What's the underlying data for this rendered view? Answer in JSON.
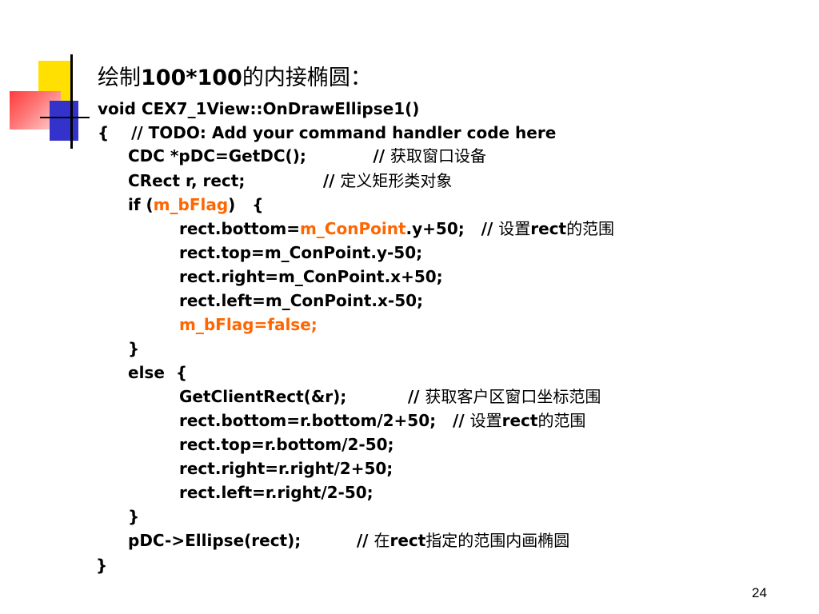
{
  "title": {
    "prefix": "绘制",
    "bold": "100*100",
    "suffix": "的内接椭圆："
  },
  "lines": [
    {
      "id": "l1",
      "parts": [
        {
          "t": "void CEX7_1View::OnDrawEllipse1()"
        }
      ]
    },
    {
      "id": "l2",
      "parts": [
        {
          "t": "{    // TODO: Add your command handler code here"
        }
      ]
    },
    {
      "id": "l3",
      "parts": [
        {
          "t": "CDC *pDC=GetDC();            // "
        },
        {
          "t": "获取窗口设备",
          "c": "cm"
        }
      ]
    },
    {
      "id": "l4",
      "parts": [
        {
          "t": "CRect r, rect;              // "
        },
        {
          "t": "定义矩形类对象",
          "c": "cm"
        }
      ]
    },
    {
      "id": "l5",
      "parts": [
        {
          "t": "if ("
        },
        {
          "t": "m_bFlag",
          "c": "hl"
        },
        {
          "t": ")   {"
        }
      ]
    },
    {
      "id": "l6",
      "parts": [
        {
          "t": "rect.bottom="
        },
        {
          "t": "m_ConPoint",
          "c": "hl"
        },
        {
          "t": ".y+50;   // "
        },
        {
          "t": "设置",
          "c": "cm"
        },
        {
          "t": "rect"
        },
        {
          "t": "的范围",
          "c": "cm"
        }
      ]
    },
    {
      "id": "l7",
      "parts": [
        {
          "t": "rect.top=m_ConPoint.y-50;"
        }
      ]
    },
    {
      "id": "l8",
      "parts": [
        {
          "t": "rect.right=m_ConPoint.x+50;"
        }
      ]
    },
    {
      "id": "l9",
      "parts": [
        {
          "t": "rect.left=m_ConPoint.x-50;"
        }
      ]
    },
    {
      "id": "l10",
      "parts": [
        {
          "t": "m_bFlag=false;",
          "c": "hl"
        }
      ]
    },
    {
      "id": "l11",
      "parts": [
        {
          "t": "}"
        }
      ]
    },
    {
      "id": "l12",
      "parts": [
        {
          "t": "else  {"
        }
      ]
    },
    {
      "id": "l13",
      "parts": [
        {
          "t": "GetClientRect(&r);           // "
        },
        {
          "t": "获取客户区窗口坐标范围",
          "c": "cm"
        }
      ]
    },
    {
      "id": "l14",
      "parts": [
        {
          "t": "rect.bottom=r.bottom/2+50;   // "
        },
        {
          "t": "设置",
          "c": "cm"
        },
        {
          "t": "rect"
        },
        {
          "t": "的范围",
          "c": "cm"
        }
      ]
    },
    {
      "id": "l15",
      "parts": [
        {
          "t": "rect.top=r.bottom/2-50;"
        }
      ]
    },
    {
      "id": "l16",
      "parts": [
        {
          "t": "rect.right=r.right/2+50;"
        }
      ]
    },
    {
      "id": "l17",
      "parts": [
        {
          "t": "rect.left=r.right/2-50;"
        }
      ]
    },
    {
      "id": "l18",
      "parts": [
        {
          "t": "}"
        }
      ]
    },
    {
      "id": "l19",
      "parts": [
        {
          "t": "pDC->Ellipse(rect);          // "
        },
        {
          "t": "在",
          "c": "cm"
        },
        {
          "t": "rect"
        },
        {
          "t": "指定的范围内画椭圆",
          "c": "cm"
        }
      ]
    },
    {
      "id": "l20",
      "parts": [
        {
          "t": "}"
        }
      ]
    }
  ],
  "page_number": "24"
}
